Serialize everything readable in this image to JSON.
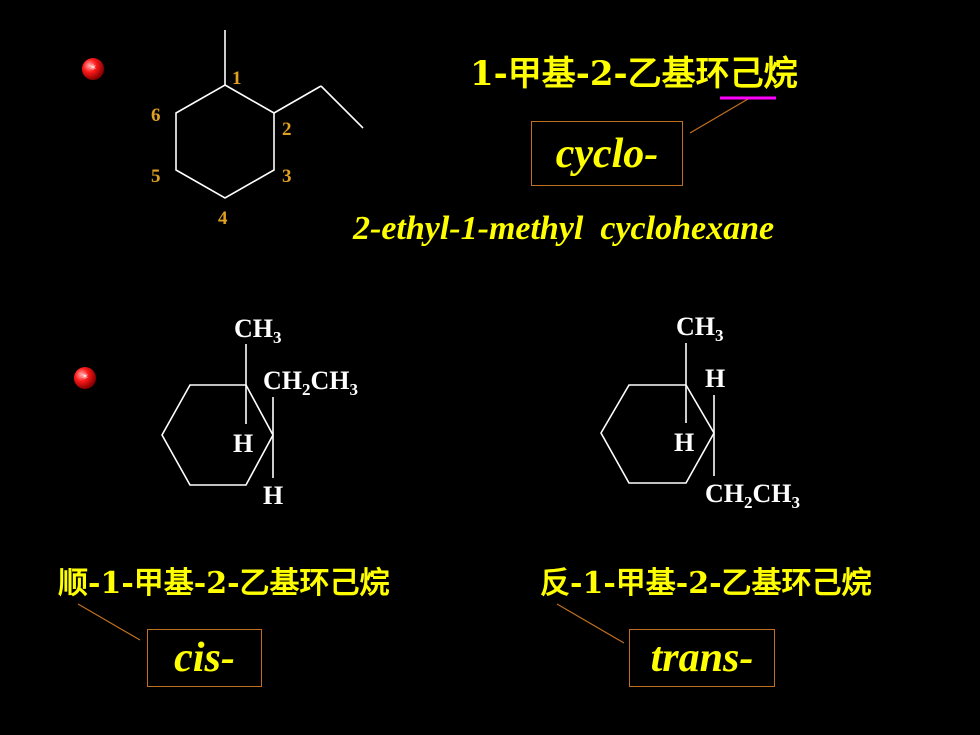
{
  "section1": {
    "chinese_name": "1-甲基-2-乙基环己烷",
    "prefix_box": "cyclo-",
    "english_name": "2-ethyl-1-methyl  cyclohexane",
    "ring_numbers": [
      "1",
      "2",
      "3",
      "4",
      "5",
      "6"
    ]
  },
  "section2": {
    "cis": {
      "top_group": "CH3",
      "right_group": "CH2CH3",
      "h_upper": "H",
      "h_lower": "H",
      "chinese_name": "顺-1-甲基-2-乙基环己烷",
      "prefix_box": "cis-"
    },
    "trans": {
      "top_group": "CH3",
      "h_upper": "H",
      "h_lower": "H",
      "bottom_group": "CH2CH3",
      "chinese_name": "反-1-甲基-2-乙基环己烷",
      "prefix_box": "trans-"
    }
  },
  "colors": {
    "background": "#000000",
    "text_accent": "#ffff00",
    "bond": "#ffffff",
    "ring_number": "#e0a020",
    "box_border": "#c07020",
    "underline_highlight": "#ff00ff",
    "bullet": "#ff0000"
  },
  "icons": [
    "red-ball-bullet-icon"
  ]
}
